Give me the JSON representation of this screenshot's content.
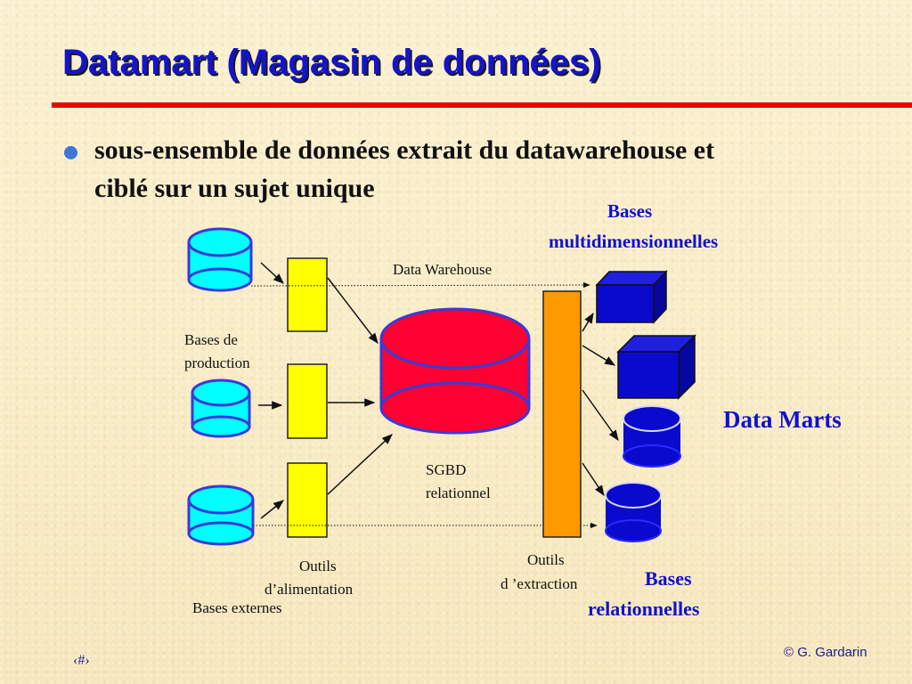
{
  "slide": {
    "title": "Datamart (Magasin de données)",
    "bullet": "sous-ensemble de données extrait du datawarehouse et ciblé sur un sujet unique"
  },
  "diagram": {
    "bases_multidim": "Bases multidimensionnelles",
    "data_warehouse": "Data Warehouse",
    "bases_production_line1": "Bases de",
    "bases_production_line2": "production",
    "data_marts": "Data Marts",
    "sgbd_line1": "SGBD",
    "sgbd_line2": "relationnel",
    "outils_alim_line1": "Outils",
    "outils_alim_line2": "d’alimentation",
    "outils_extract_line1": "Outils",
    "outils_extract_line2": "d ’extraction",
    "bases_relationnelles_line1": "Bases",
    "bases_relationnelles_line2": "relationnelles",
    "bases_externes": "Bases externes"
  },
  "footer": {
    "page": "‹#›",
    "copyright": "© G. Gardarin"
  },
  "colors": {
    "title": "#1414cc",
    "rule": "#f00000",
    "cyan_db": "#00ffff",
    "yellow_tool": "#ffff00",
    "red_dw": "#ff0033",
    "orange_tool": "#ff9900",
    "blue_cube": "#0a0acc"
  }
}
